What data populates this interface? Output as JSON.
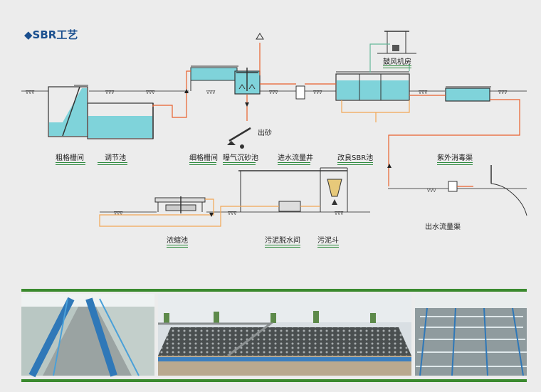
{
  "title": "◆SBR工艺",
  "colors": {
    "water": "#7fd3da",
    "pipe_red": "#e8602c",
    "pipe_orange": "#f2a654",
    "pipe_green": "#66b89a",
    "accent_blue": "#1a4f8f",
    "underline_green": "#2e8b3e"
  },
  "labels": {
    "coarse_screen": "粗格栅间",
    "equalization": "调节池",
    "fine_screen": "细格栅间",
    "aerated_grit": "曝气沉砂池",
    "grit_out": "出砂",
    "inlet_well": "进水流量井",
    "improved_sbr": "改良SBR池",
    "blower_room": "鼓风机房",
    "uv_channel": "紫外消毒渠",
    "outlet_channel": "出水流量渠",
    "thickener": "浓缩池",
    "dewatering": "污泥脱水间",
    "sludge_hopper": "污泥斗"
  },
  "photos": [
    {
      "subject": "aeration-tank-walkway-photo"
    },
    {
      "subject": "sbr-basin-photo"
    },
    {
      "subject": "diffuser-grid-photo"
    }
  ]
}
